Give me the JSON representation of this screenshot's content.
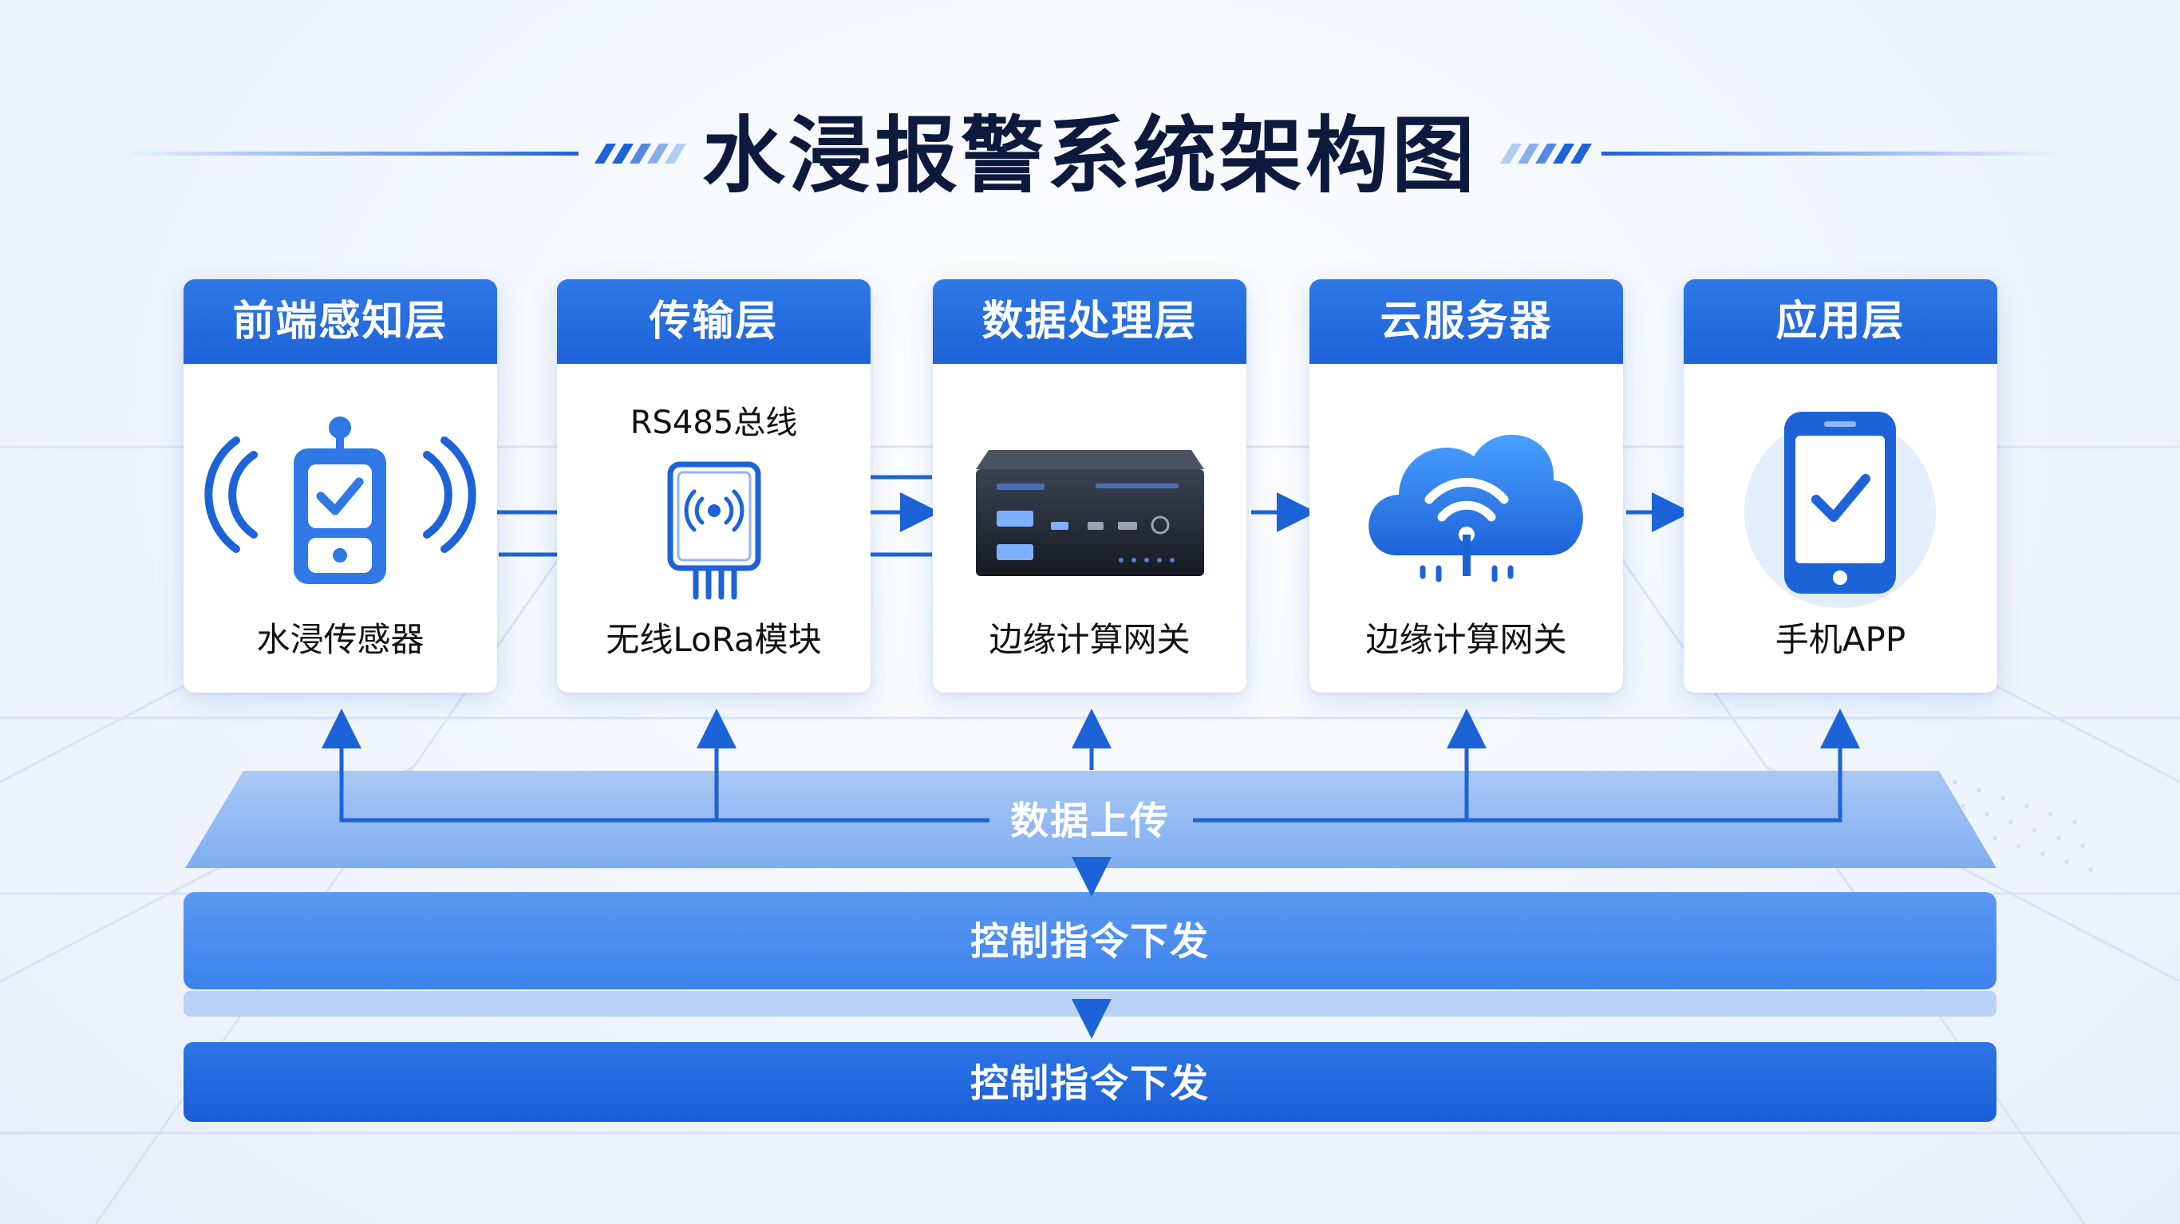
{
  "title": "水浸报警系统架构图",
  "layers": [
    {
      "header": "前端感知层",
      "label": "水浸传感器",
      "sub": ""
    },
    {
      "header": "传输层",
      "label": "无线LoRa模块",
      "sub": "RS485总线"
    },
    {
      "header": "数据处理层",
      "label": "边缘计算网关",
      "sub": ""
    },
    {
      "header": "云服务器",
      "label": "边缘计算网关",
      "sub": ""
    },
    {
      "header": "应用层",
      "label": "手机APP",
      "sub": ""
    }
  ],
  "flows": {
    "upload": "数据上传",
    "control_1": "控制指令下发",
    "control_2": "控制指令下发"
  },
  "colors": {
    "primary": "#1d63d8",
    "title": "#0d1a3d",
    "band_light": "#8fb6f1",
    "band_mid": "#4d8ff0",
    "band_dark": "#1f65df"
  }
}
